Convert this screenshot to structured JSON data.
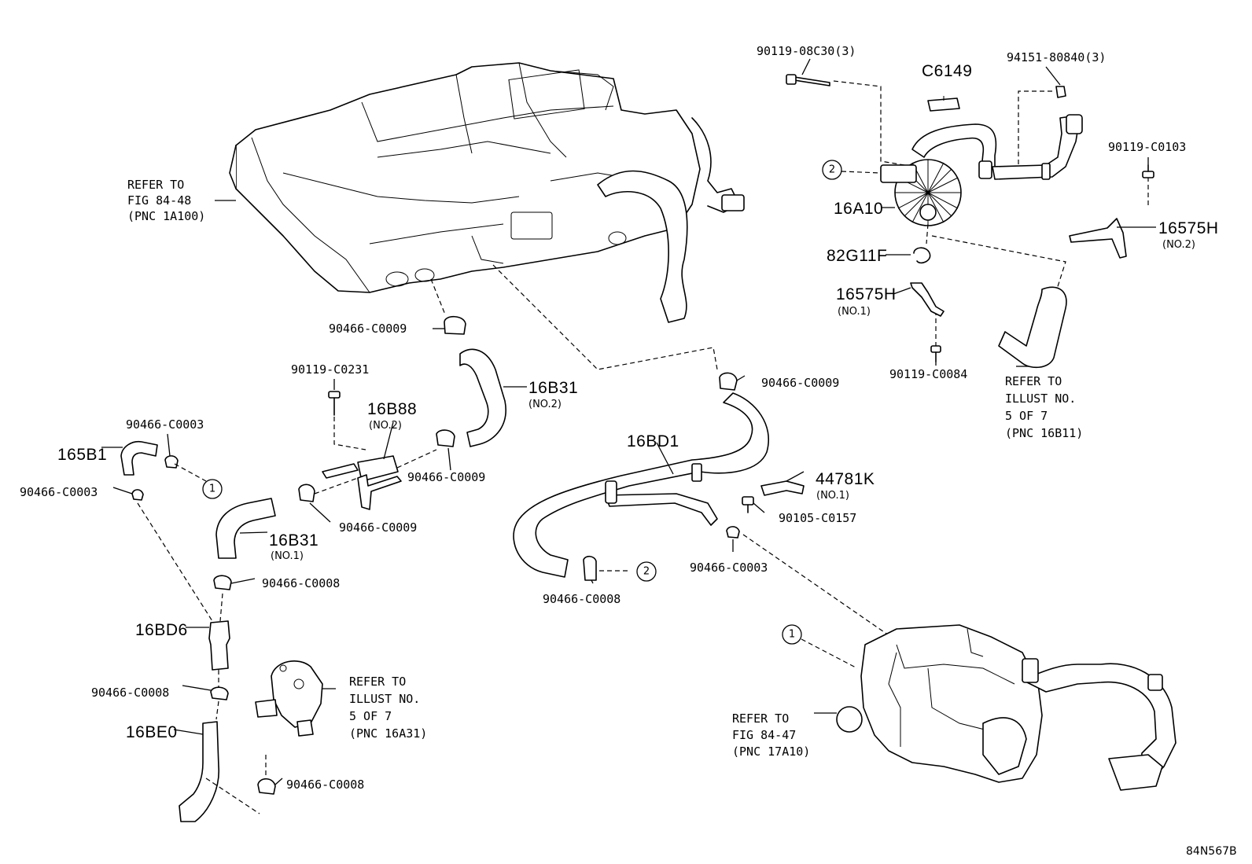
{
  "labels": {
    "bolt_08c30": "90119-08C30(3)",
    "c6149": "C6149",
    "nut_94151": "94151-80840(3)",
    "bolt_c0103": "90119-C0103",
    "p16a10": "16A10",
    "p16575h_no2": "16575H",
    "p16575h_no2_sub": "(NO.2)",
    "p82g11f": "82G11F",
    "p16575h_no1": "16575H",
    "p16575h_no1_sub": "(NO.1)",
    "bolt_c0084": "90119-C0084",
    "clamp_c0009_a": "90466-C0009",
    "bolt_c0231": "90119-C0231",
    "p16b31_no2": "16B31",
    "p16b31_no2_sub": "(NO.2)",
    "clamp_c0009_b": "90466-C0009",
    "clamp_c0003_a": "90466-C0003",
    "p16b88": "16B88",
    "p16b88_sub": "(NO.2)",
    "p165b1": "165B1",
    "clamp_c0009_c": "90466-C0009",
    "clamp_c0003_b": "90466-C0003",
    "clamp_c0009_d": "90466-C0009",
    "p16bd1": "16BD1",
    "p44781k": "44781K",
    "p44781k_sub": "(NO.1)",
    "bolt_c0157": "90105-C0157",
    "p16b31_no1": "16B31",
    "p16b31_no1_sub": "(NO.1)",
    "clamp_c0003_c": "90466-C0003",
    "clamp_c0008_a": "90466-C0008",
    "clamp_c0008_b": "90466-C0008",
    "p16bd6": "16BD6",
    "clamp_c0008_c": "90466-C0008",
    "p16be0": "16BE0",
    "clamp_c0008_d": "90466-C0008",
    "diagram_code": "84N567B"
  },
  "refs": {
    "fig8448": [
      "REFER TO",
      "FIG 84-48",
      "(PNC 1A100)"
    ],
    "illust_16b11": [
      "REFER TO",
      "ILLUST NO.",
      "5 OF 7",
      "(PNC 16B11)"
    ],
    "illust_16a31": [
      "REFER TO",
      "ILLUST NO.",
      "5 OF 7",
      "(PNC 16A31)"
    ],
    "fig8447": [
      "REFER TO",
      "FIG 84-47",
      "(PNC 17A10)"
    ]
  },
  "callouts": {
    "c1": "1",
    "c2": "2"
  }
}
